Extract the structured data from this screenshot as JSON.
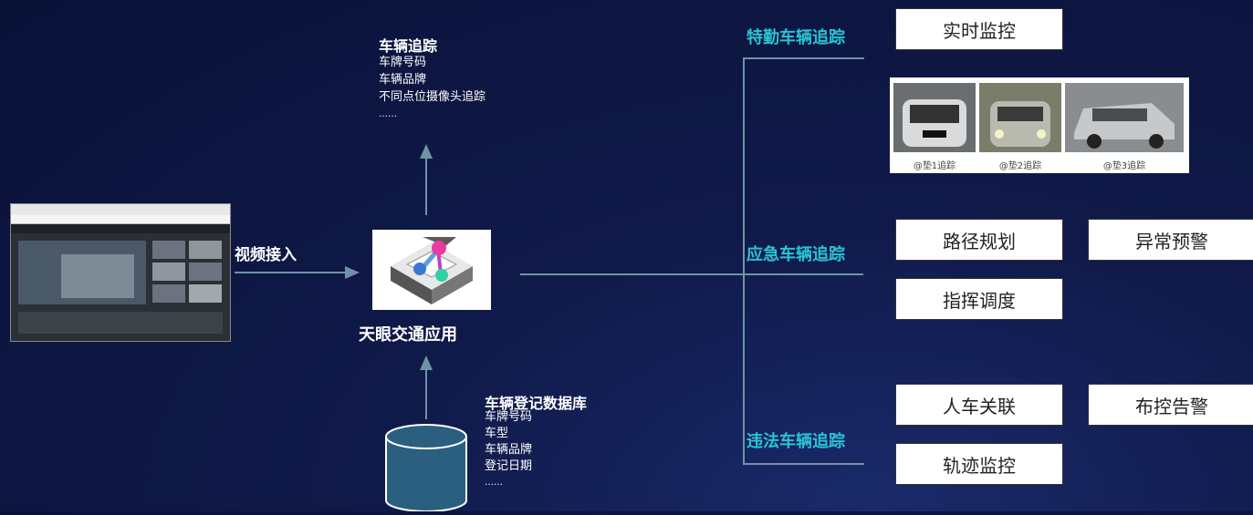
{
  "video_input": "视频接入",
  "app_name": "天眼交通应用",
  "tracking": {
    "title": "车辆追踪",
    "items": [
      "车牌号码",
      "车辆品牌",
      "不同点位摄像头追踪",
      "……"
    ]
  },
  "database": {
    "title": "车辆登记数据库",
    "items": [
      "车牌号码",
      "车型",
      "车辆品牌",
      "登记日期",
      "……"
    ]
  },
  "categories": {
    "special": "特勤车辆追踪",
    "emergency": "应急车辆追踪",
    "violation": "违法车辆追踪"
  },
  "boxes": {
    "realtime": "实时监控",
    "route": "路径规划",
    "alert": "异常预警",
    "dispatch": "指挥调度",
    "person_car": "人车关联",
    "deploy_alarm": "布控告警",
    "trajectory": "轨迹监控"
  },
  "car_captions": [
    "@垫1追踪",
    "@垫2追踪",
    "@垫3追踪"
  ],
  "colors": {
    "line": "#6f93a6",
    "accent": "#29c4d4",
    "background": "#0f1a48",
    "cylinder": "#2a5f80"
  }
}
